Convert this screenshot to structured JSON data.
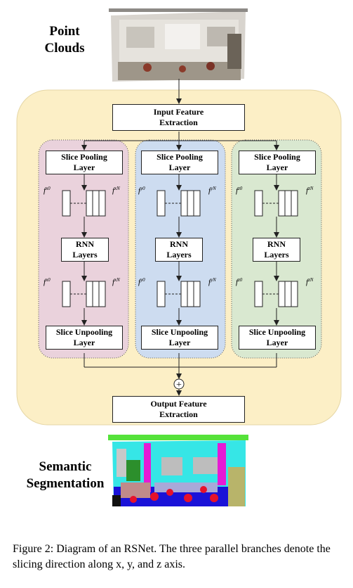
{
  "labels": {
    "point_clouds": "Point\nClouds",
    "semantic_segmentation": "Semantic\nSegmentation"
  },
  "boxes": {
    "input_feature": "Input Feature\nExtraction",
    "output_feature": "Output Feature\nExtraction",
    "slice_pooling": "Slice Pooling\nLayer",
    "rnn": "RNN\nLayers",
    "slice_unpooling": "Slice Unpooling\nLayer"
  },
  "feature_labels": {
    "branch1": {
      "start": "f^{x0}",
      "end": "f^{xN}"
    },
    "branch2": {
      "start": "f^{y0}",
      "end": "f^{yN}"
    },
    "branch3": {
      "start": "f^{z0}",
      "end": "f^{zN}"
    }
  },
  "sum_symbol": "+",
  "caption": "Figure 2: Diagram of an RSNet. The three parallel branches denote the slicing direction along x, y, and z axis.",
  "colors": {
    "outer_panel": "#fcefc6",
    "branch_x": "#ead2dc",
    "branch_y": "#cddcf0",
    "branch_z": "#d9e8d0"
  }
}
